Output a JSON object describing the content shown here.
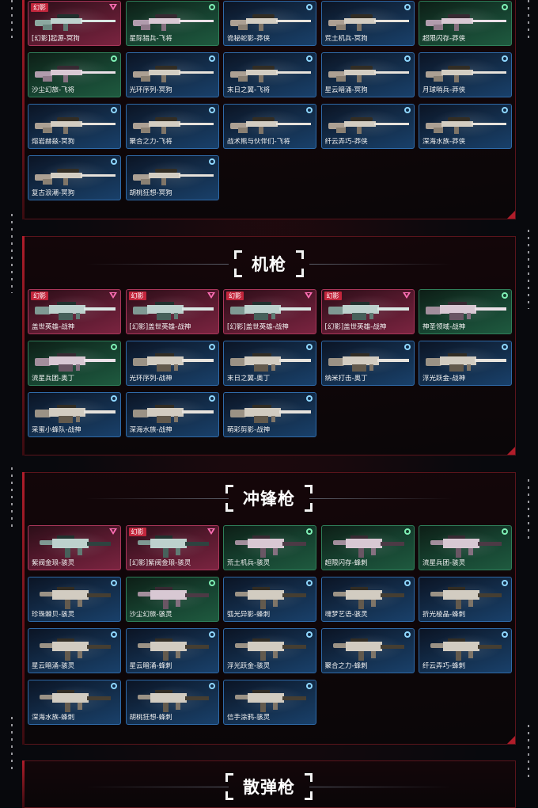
{
  "colors": {
    "phantom": "#a9365a",
    "legend_green": "#2f7f5a",
    "epic_blue": "#2f6aa8",
    "accent_red": "#b01d2a"
  },
  "sniper": {
    "cards": [
      {
        "name": "[幻影]起源-冥狗",
        "badge": "幻影",
        "rarity": "phantom",
        "gun": "sniper"
      },
      {
        "name": "星际猎兵-飞将",
        "rarity": "green",
        "gun": "sniper"
      },
      {
        "name": "诡秘蛇影-莽侠",
        "rarity": "blue",
        "gun": "sniper"
      },
      {
        "name": "荒土机兵-冥狗",
        "rarity": "blue",
        "gun": "sniper"
      },
      {
        "name": "超限闪存-莽侠",
        "rarity": "green",
        "gun": "sniper"
      },
      {
        "name": "沙尘幻旅-飞将",
        "rarity": "green",
        "gun": "sniper"
      },
      {
        "name": "光环序列-冥狗",
        "rarity": "blue",
        "gun": "sniper"
      },
      {
        "name": "末日之翼-飞将",
        "rarity": "blue",
        "gun": "sniper"
      },
      {
        "name": "星云暗涌-冥狗",
        "rarity": "blue",
        "gun": "sniper"
      },
      {
        "name": "月球哨兵-莽侠",
        "rarity": "blue",
        "gun": "sniper"
      },
      {
        "name": "熔岩赫兹-冥狗",
        "rarity": "blue",
        "gun": "sniper"
      },
      {
        "name": "聚合之力-飞将",
        "rarity": "blue",
        "gun": "sniper"
      },
      {
        "name": "战术熊与伙伴们-飞将",
        "rarity": "blue",
        "gun": "sniper"
      },
      {
        "name": "纤云弄巧-莽侠",
        "rarity": "blue",
        "gun": "sniper"
      },
      {
        "name": "深海水族-莽侠",
        "rarity": "blue",
        "gun": "sniper"
      },
      {
        "name": "复古浪潮-冥狗",
        "rarity": "blue",
        "gun": "sniper"
      },
      {
        "name": "胡桃狂想-冥狗",
        "rarity": "blue",
        "gun": "sniper"
      }
    ]
  },
  "mg": {
    "title": "机枪",
    "cards": [
      {
        "name": "盖世英雄-战神",
        "badge": "幻影",
        "rarity": "phantom",
        "gun": "mg"
      },
      {
        "name": "[幻影]盖世英雄-战神",
        "badge": "幻影",
        "rarity": "phantom",
        "gun": "mg"
      },
      {
        "name": "[幻影]盖世英雄-战神",
        "badge": "幻影",
        "rarity": "phantom",
        "gun": "mg"
      },
      {
        "name": "[幻影]盖世英雄-战神",
        "badge": "幻影",
        "rarity": "phantom",
        "gun": "mg"
      },
      {
        "name": "神圣领域-战神",
        "rarity": "green",
        "gun": "mg"
      },
      {
        "name": "流星兵团-奥丁",
        "rarity": "green",
        "gun": "mg"
      },
      {
        "name": "光环序列-战神",
        "rarity": "blue",
        "gun": "mg"
      },
      {
        "name": "末日之翼-奥丁",
        "rarity": "blue",
        "gun": "mg"
      },
      {
        "name": "纳米打击-奥丁",
        "rarity": "blue",
        "gun": "mg"
      },
      {
        "name": "浮光跃金-战神",
        "rarity": "blue",
        "gun": "mg"
      },
      {
        "name": "采蜜小蜂队-战神",
        "rarity": "blue",
        "gun": "mg"
      },
      {
        "name": "深海水族-战神",
        "rarity": "blue",
        "gun": "mg"
      },
      {
        "name": "萌彩剪影-战神",
        "rarity": "blue",
        "gun": "mg"
      }
    ]
  },
  "smg": {
    "title": "冲锋枪",
    "cards": [
      {
        "name": "紫阀金琅-骇灵",
        "rarity": "phantom",
        "gun": "smg"
      },
      {
        "name": "[幻影]紫阀金琅-骇灵",
        "badge": "幻影",
        "rarity": "phantom",
        "gun": "smg"
      },
      {
        "name": "荒土机兵-骇灵",
        "rarity": "green",
        "gun": "smg"
      },
      {
        "name": "超限闪存-蜂刺",
        "rarity": "green",
        "gun": "smg"
      },
      {
        "name": "流星兵团-骇灵",
        "rarity": "green",
        "gun": "smg"
      },
      {
        "name": "珍珠棘贝-骇灵",
        "rarity": "blue",
        "gun": "smg"
      },
      {
        "name": "沙尘幻旅-骇灵",
        "rarity": "green",
        "gun": "smg"
      },
      {
        "name": "弧光异影-蜂刺",
        "rarity": "blue",
        "gun": "smg"
      },
      {
        "name": "魂梦艺语-骇灵",
        "rarity": "blue",
        "gun": "smg"
      },
      {
        "name": "折光棱晶-蜂刺",
        "rarity": "blue",
        "gun": "smg"
      },
      {
        "name": "星云暗涌-骇灵",
        "rarity": "blue",
        "gun": "smg"
      },
      {
        "name": "星云暗涌-蜂刺",
        "rarity": "blue",
        "gun": "smg"
      },
      {
        "name": "浮光跃金-骇灵",
        "rarity": "blue",
        "gun": "smg"
      },
      {
        "name": "聚合之力-蜂刺",
        "rarity": "blue",
        "gun": "smg"
      },
      {
        "name": "纤云弄巧-蜂刺",
        "rarity": "blue",
        "gun": "smg"
      },
      {
        "name": "深海水族-蜂刺",
        "rarity": "blue",
        "gun": "smg"
      },
      {
        "name": "胡桃狂想-蜂刺",
        "rarity": "blue",
        "gun": "smg"
      },
      {
        "name": "信手涂鸦-骇灵",
        "rarity": "blue",
        "gun": "smg"
      }
    ]
  },
  "shotgun": {
    "title": "散弹枪"
  }
}
